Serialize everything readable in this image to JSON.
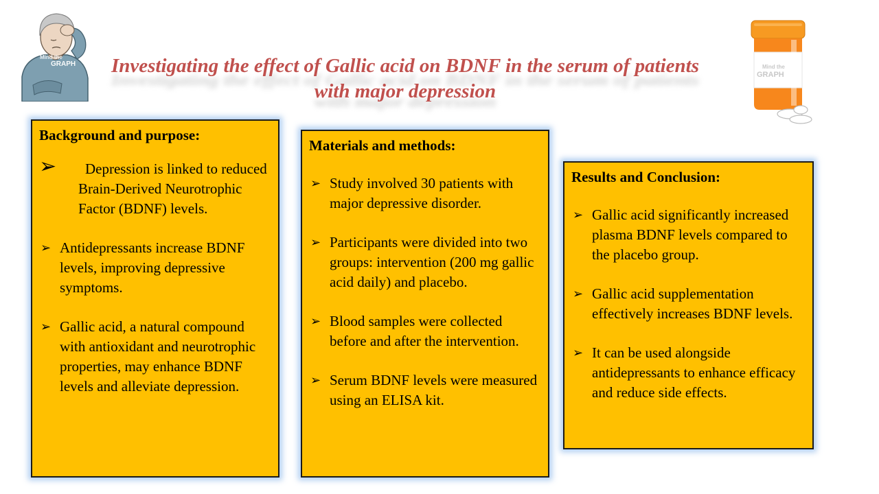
{
  "title": "Investigating the effect of Gallic acid on BDNF in the serum of patients with major depression",
  "watermark": {
    "line1": "Mind the",
    "line2": "GRAPH"
  },
  "icons": {
    "left": "depressed-person-icon",
    "right": "pill-bottle-icon"
  },
  "colors": {
    "title": "#c0504d",
    "box_fill": "#ffc000",
    "box_border": "#1a1a1a",
    "box_glow": "#a0c4ec"
  },
  "sections": {
    "background": {
      "heading": "Background and purpose:",
      "bullets": [
        "Depression is linked to reduced Brain-Derived Neurotrophic Factor (BDNF) levels.",
        "Antidepressants increase BDNF levels, improving depressive symptoms.",
        "Gallic acid, a natural compound with antioxidant and neurotrophic properties, may enhance BDNF levels and alleviate depression."
      ]
    },
    "methods": {
      "heading": "Materials and methods:",
      "bullets": [
        "Study involved 30 patients with major depressive disorder.",
        "Participants were divided into two groups: intervention (200 mg gallic acid daily) and placebo.",
        "Blood samples were collected before and after the intervention.",
        "Serum BDNF levels were measured using an ELISA kit."
      ]
    },
    "results": {
      "heading": "Results and Conclusion:",
      "bullets": [
        "Gallic acid significantly increased plasma BDNF levels compared to the placebo group.",
        "Gallic acid supplementation effectively increases BDNF levels.",
        "It can be used alongside antidepressants to enhance efficacy and reduce side effects."
      ]
    }
  }
}
